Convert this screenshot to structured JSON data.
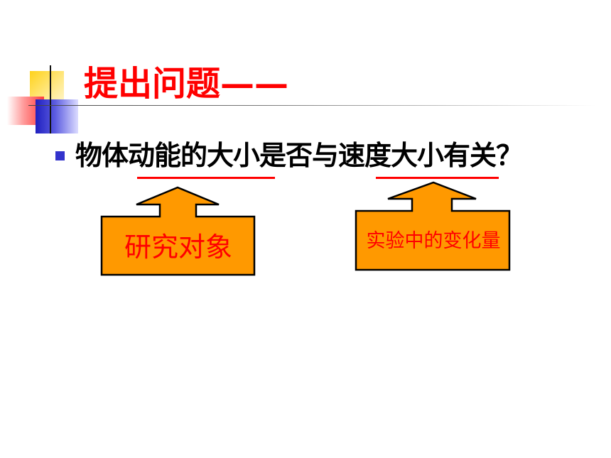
{
  "slide": {
    "title": "提出问题——",
    "question": "物体动能的大小是否与速度大小有关？"
  },
  "callouts": [
    {
      "label": "研究对象"
    },
    {
      "label": "实验中的变化量"
    }
  ],
  "colors": {
    "title": "#ff0000",
    "underline": "#ff0000",
    "box_fill": "#ff9900",
    "box_stroke": "#000000",
    "bullet": "#3333cc"
  }
}
